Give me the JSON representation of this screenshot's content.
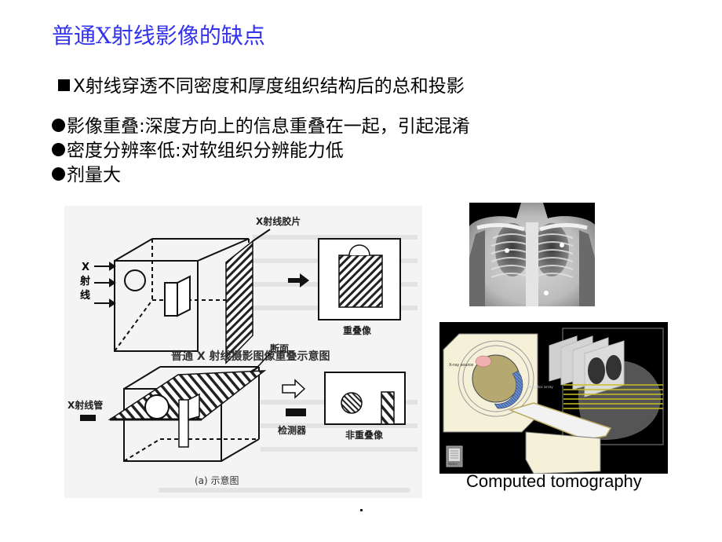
{
  "slide": {
    "title": "普通X射线影像的缺点",
    "subtitle": "X射线穿透不同密度和厚度组织结构后的总和投影",
    "bullets": [
      "影像重叠:深度方向上的信息重叠在一起，引起混淆",
      "密度分辨率低:对软组织分辨能力低",
      "剂量大"
    ],
    "colors": {
      "title": "#3333ee",
      "text": "#000000"
    }
  },
  "diagram": {
    "top": {
      "xray_label": "X射线",
      "film_label": "X射线胶片",
      "result_label": "重叠像",
      "caption": "普通 X 射线摄影图像重叠示意图"
    },
    "bottom": {
      "tube_label": "X射线管",
      "section_label": "断面",
      "detector_label": "检测器",
      "result_label": "非重叠像",
      "caption": "(a) 示意图"
    }
  },
  "images": {
    "chest_xray": {
      "alt": "chest X-ray"
    },
    "ct": {
      "source_label": "X-ray source",
      "detector_label": "Detector array",
      "notes_label": "Notes",
      "caption": "Computed tomography"
    }
  }
}
